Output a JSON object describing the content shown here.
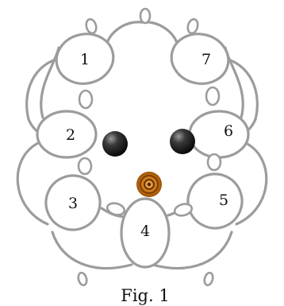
{
  "caption": "Fig. 1",
  "rings": [
    {
      "label": "1"
    },
    {
      "label": "2"
    },
    {
      "label": "3"
    },
    {
      "label": "4"
    },
    {
      "label": "5"
    },
    {
      "label": "6"
    },
    {
      "label": "7"
    }
  ],
  "colors": {
    "outline": "#9c9c9c",
    "bead_dark": "#1e1e1e",
    "bead_center": "#c46a10",
    "text": "#111111",
    "background": "#ffffff"
  }
}
